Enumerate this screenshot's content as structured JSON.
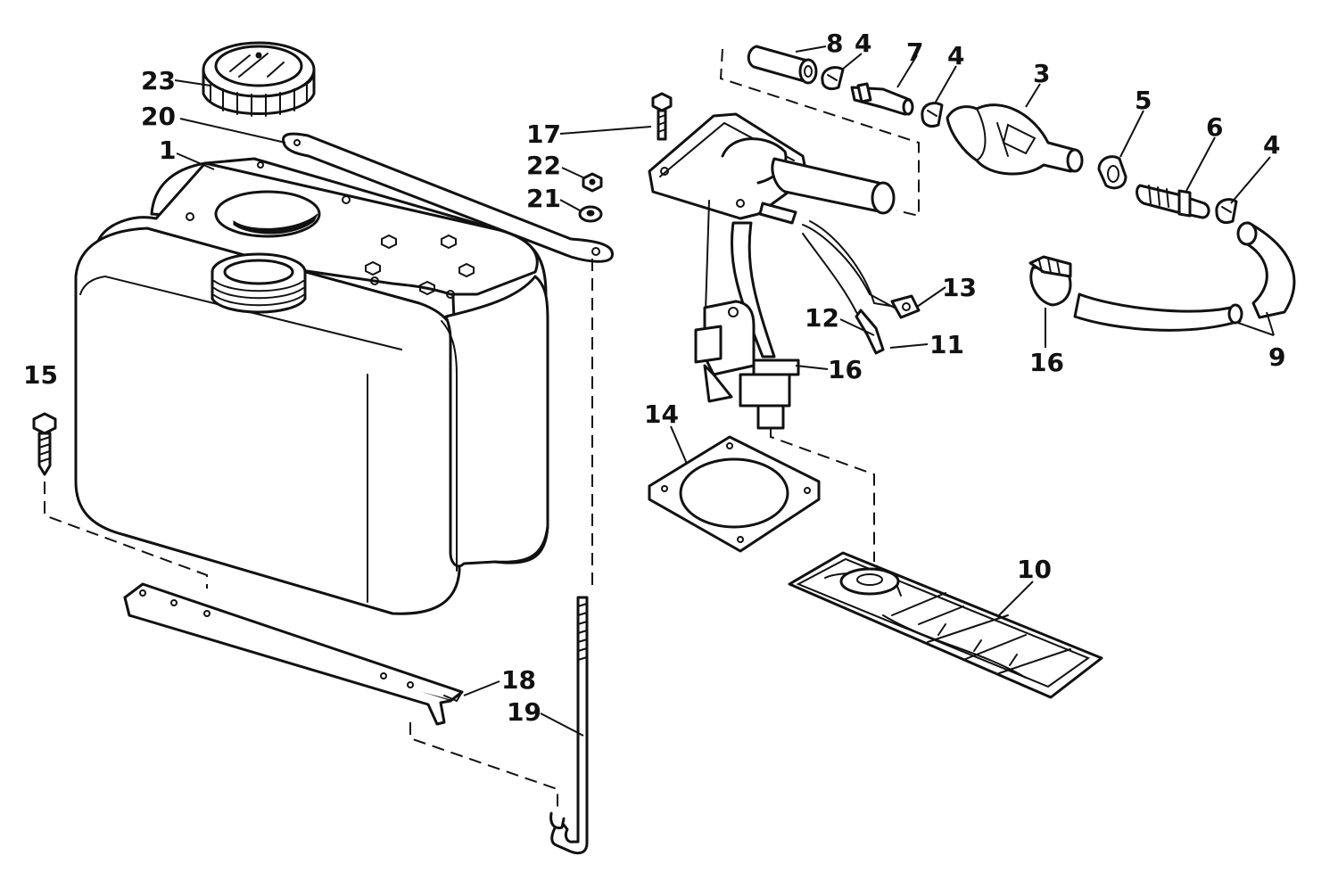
{
  "diagram": {
    "line_color": "#111111",
    "background": "#ffffff",
    "callouts": [
      {
        "id": "c23",
        "label": "23"
      },
      {
        "id": "c20",
        "label": "20"
      },
      {
        "id": "c1",
        "label": "1"
      },
      {
        "id": "c15",
        "label": "15"
      },
      {
        "id": "c17",
        "label": "17"
      },
      {
        "id": "c22",
        "label": "22"
      },
      {
        "id": "c21",
        "label": "21"
      },
      {
        "id": "c18",
        "label": "18"
      },
      {
        "id": "c19",
        "label": "19"
      },
      {
        "id": "c8",
        "label": "8"
      },
      {
        "id": "c4a",
        "label": "4"
      },
      {
        "id": "c7",
        "label": "7"
      },
      {
        "id": "c4b",
        "label": "4"
      },
      {
        "id": "c3",
        "label": "3"
      },
      {
        "id": "c5",
        "label": "5"
      },
      {
        "id": "c6",
        "label": "6"
      },
      {
        "id": "c4c",
        "label": "4"
      },
      {
        "id": "c13",
        "label": "13"
      },
      {
        "id": "c12",
        "label": "12"
      },
      {
        "id": "c11",
        "label": "11"
      },
      {
        "id": "c16a",
        "label": "16"
      },
      {
        "id": "c16b",
        "label": "16"
      },
      {
        "id": "c9",
        "label": "9"
      },
      {
        "id": "c14",
        "label": "14"
      },
      {
        "id": "c10",
        "label": "10"
      }
    ]
  }
}
